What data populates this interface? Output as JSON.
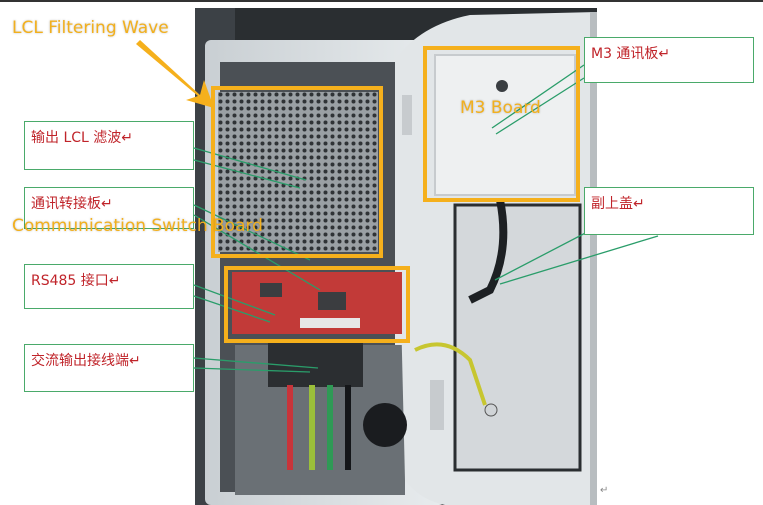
{
  "labels_cn": {
    "output_lcl_filter": "输出 LCL 滤波↵",
    "comm_adapter_board": "通讯转接板↵",
    "rs485_port": "RS485 接口↵",
    "ac_output_terminal": "交流输出接线端↵",
    "m3_comm_board": "M3 通讯板↵",
    "secondary_top_cover": "副上盖↵"
  },
  "labels_en": {
    "lcl_filtering_wave": "LCL Filtering Wave",
    "m3_board": "M3 Board",
    "communication_switch_board": "Communication Switch Board"
  },
  "colors": {
    "highlight_orange": "#f5b01c",
    "callout_border": "#4aaa6a",
    "callout_text": "#c0242a",
    "connector_line": "#2a9d6a"
  }
}
